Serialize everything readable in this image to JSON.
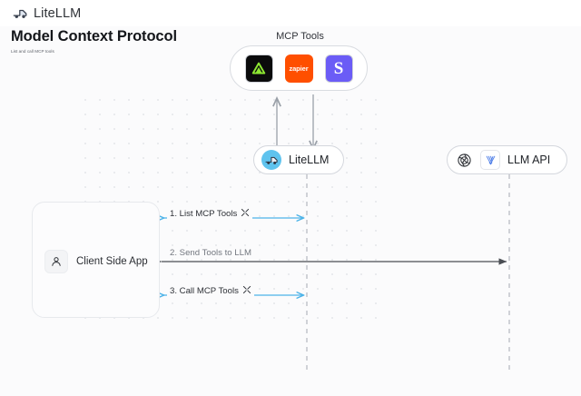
{
  "brand": {
    "name": "LiteLLM",
    "logo_icon": "truck-icon"
  },
  "page": {
    "title": "Model Context Protocol",
    "subtitle": "List and call MCP tools"
  },
  "diagram": {
    "mcp_group": {
      "label": "MCP Tools",
      "tools": [
        {
          "name": "sentry-tool-icon",
          "text": "",
          "color": "#0b0b0c",
          "accent": "#8ee832"
        },
        {
          "name": "zapier-tool-icon",
          "text": "zapier",
          "color": "#ff4f00",
          "accent": "#ffffff"
        },
        {
          "name": "slack-tool-icon",
          "text": "S",
          "color": "#6b5cf6",
          "accent": "#ffffff"
        }
      ]
    },
    "nodes": [
      {
        "id": "litellm",
        "label": "LiteLLM",
        "icon": "litellm-truck-avatar"
      },
      {
        "id": "llmapi",
        "label": "LLM API",
        "icons": [
          "openai-icon",
          "anthropic-icon"
        ]
      }
    ],
    "client": {
      "label": "Client Side App",
      "icon": "user-icon"
    },
    "edges": [
      {
        "id": "e1",
        "label": "1. List MCP Tools",
        "icon": "tools-icon",
        "color": "#4cb3e8",
        "style": "bidirectional"
      },
      {
        "id": "e2",
        "label": "2. Send Tools to LLM",
        "icon": "",
        "color": "#4a4d53",
        "style": "left-arrow"
      },
      {
        "id": "e3",
        "label": "3. Call MCP Tools",
        "icon": "tools-icon",
        "color": "#4cb3e8",
        "style": "bidirectional"
      }
    ],
    "vertical_edges": [
      {
        "id": "v1",
        "from": "litellm",
        "to": "mcp_group",
        "direction": "up"
      },
      {
        "id": "v2",
        "from": "mcp_group",
        "to": "litellm",
        "direction": "down"
      }
    ],
    "colors": {
      "accent_blue": "#4cb3e8",
      "arrow_dark": "#4a4d53",
      "lifeline": "#b9bcc3",
      "canvas_bg": "#fbfbfc",
      "dot_grid": "#e6e8ec"
    }
  }
}
